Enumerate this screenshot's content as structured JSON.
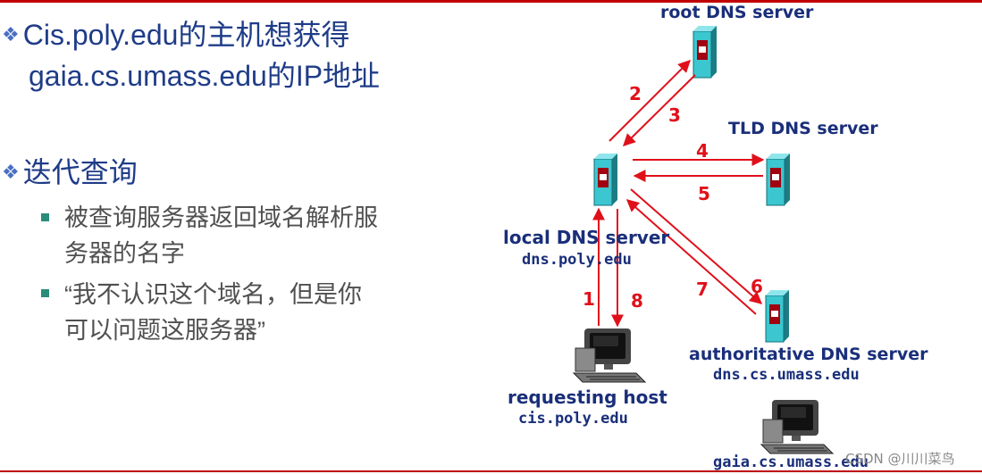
{
  "bullets": {
    "b1_line1": "Cis.poly.edu的主机想获得",
    "b1_line2": "gaia.cs.umass.edu的IP地址",
    "b2": "迭代查询",
    "sub1_line1": "被查询服务器返回域名解析服",
    "sub1_line2": "务器的名字",
    "sub2_line1": "“我不认识这个域名，但是你",
    "sub2_line2": "可以问题这服务器”"
  },
  "diagram": {
    "root_label": "root DNS server",
    "tld_label": "TLD DNS server",
    "local_label": "local DNS server",
    "local_host": "dns.poly.edu",
    "auth_label": "authoritative DNS server",
    "auth_host": "dns.cs.umass.edu",
    "req_label": "requesting host",
    "req_host": "cis.poly.edu",
    "target_host": "gaia.cs.umass.edu",
    "steps": [
      "1",
      "2",
      "3",
      "4",
      "5",
      "6",
      "7",
      "8"
    ]
  },
  "watermark": "CSDN @川川菜鸟",
  "colors": {
    "arrow": "#e0101a",
    "server": "#3cc6cf",
    "title_text": "#1a2f7a",
    "frame_line": "#c00000"
  }
}
